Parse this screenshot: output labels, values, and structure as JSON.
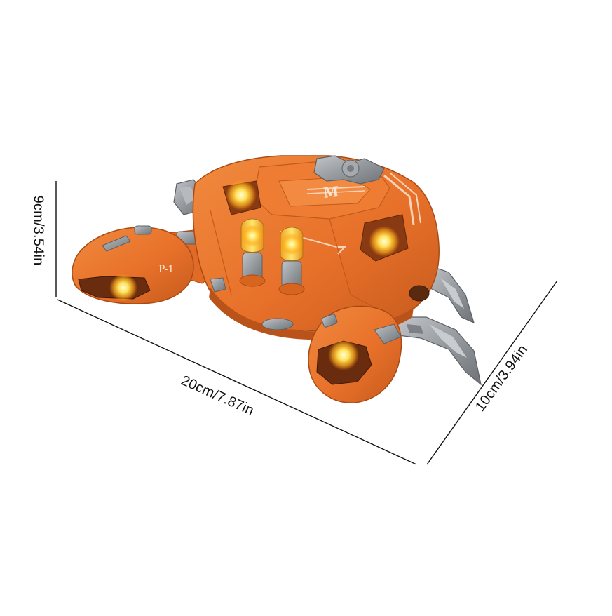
{
  "image": {
    "subject": "orange robotic turtle toy with glowing lights",
    "background_color": "#ffffff"
  },
  "dimensions": {
    "height_label": "9cm/3.54in",
    "length_label": "20cm/7.87in",
    "depth_label": "10cm/3.94in"
  },
  "toy": {
    "head_marking": "P-1",
    "shell_emblem": "M",
    "colors": {
      "body": "#e8712a",
      "body_shadow": "#c4561b",
      "body_highlight": "#f59a55",
      "metal": "#9a9ea3",
      "metal_dark": "#6f7378",
      "light": "#ffd23a",
      "light_core": "#fff6b0"
    }
  }
}
